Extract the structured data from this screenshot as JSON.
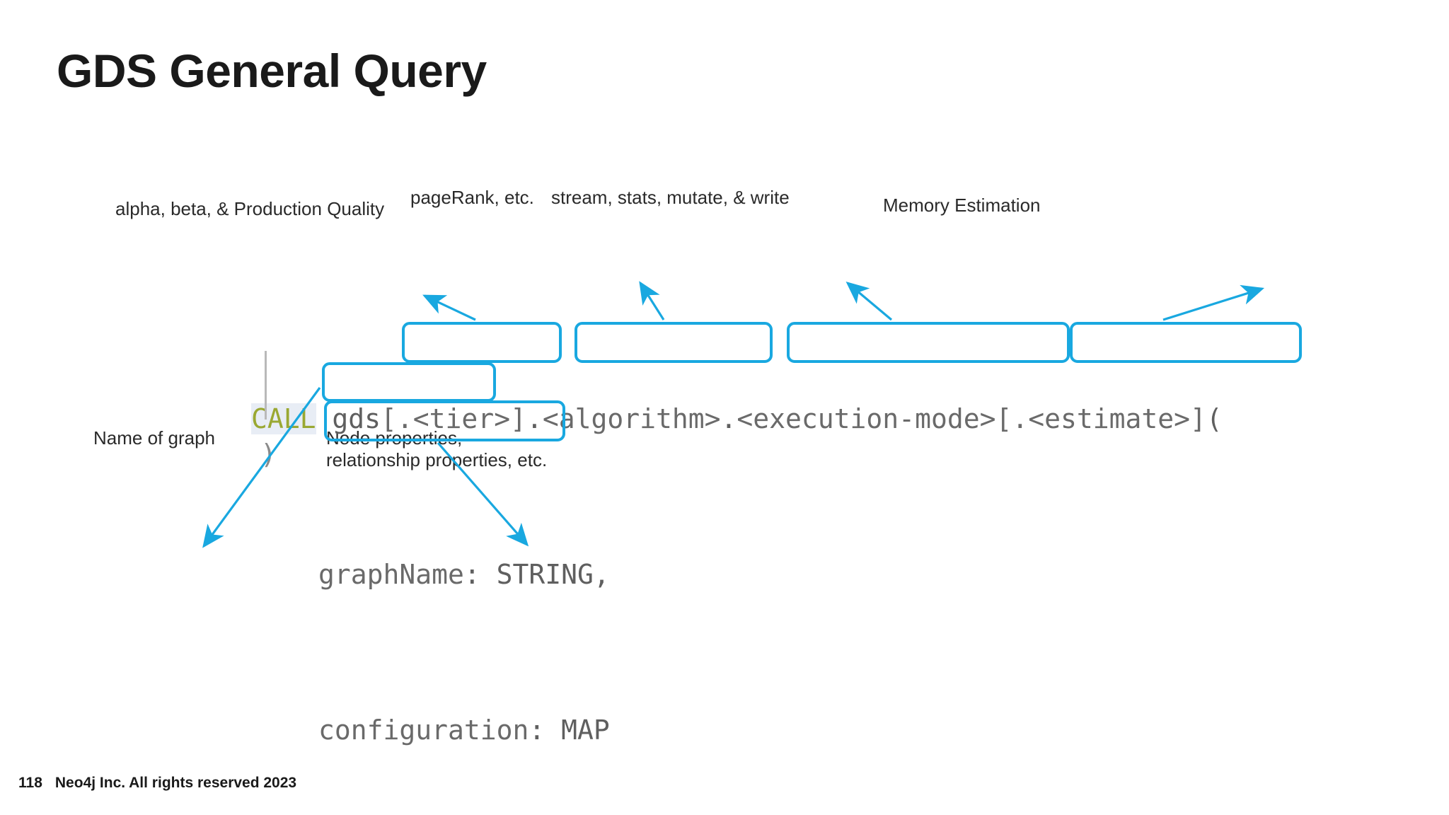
{
  "slide": {
    "title": "GDS General Query",
    "background_color": "#ffffff",
    "accent_color": "#19a8e0",
    "keyword_color": "#9aa832",
    "code_text_color": "#5b5b5b"
  },
  "footer": {
    "page_number": "118",
    "copyright": "Neo4j Inc. All rights reserved 2023"
  },
  "code": {
    "line1": {
      "keyword": "CALL",
      "space": " ",
      "namespace": "gds",
      "tier": "[.<tier>]",
      "dot1": ".",
      "algorithm": "<algorithm>",
      "dot2": ".",
      "execution_mode": "<execution-mode>",
      "estimate": "[.<estimate>]",
      "open_paren": "("
    },
    "line2": {
      "param": "graphName",
      "rest": ": STRING,"
    },
    "line3": {
      "param": "configuration",
      "rest": ": MAP"
    },
    "line4": {
      "close_paren": ")"
    }
  },
  "annotations": [
    {
      "id": "tier-annotation",
      "text": "alpha, beta, & Production Quality"
    },
    {
      "id": "algorithm-annotation",
      "text": "pageRank, etc."
    },
    {
      "id": "execution-mode-annotation",
      "text": "stream, stats, mutate, & write"
    },
    {
      "id": "estimate-annotation",
      "text": "Memory Estimation"
    },
    {
      "id": "graphname-annotation",
      "text": "Name of graph"
    },
    {
      "id": "configuration-annotation-line1",
      "text": "Node properties,"
    },
    {
      "id": "configuration-annotation-line2",
      "text": "relationship properties, etc."
    }
  ]
}
